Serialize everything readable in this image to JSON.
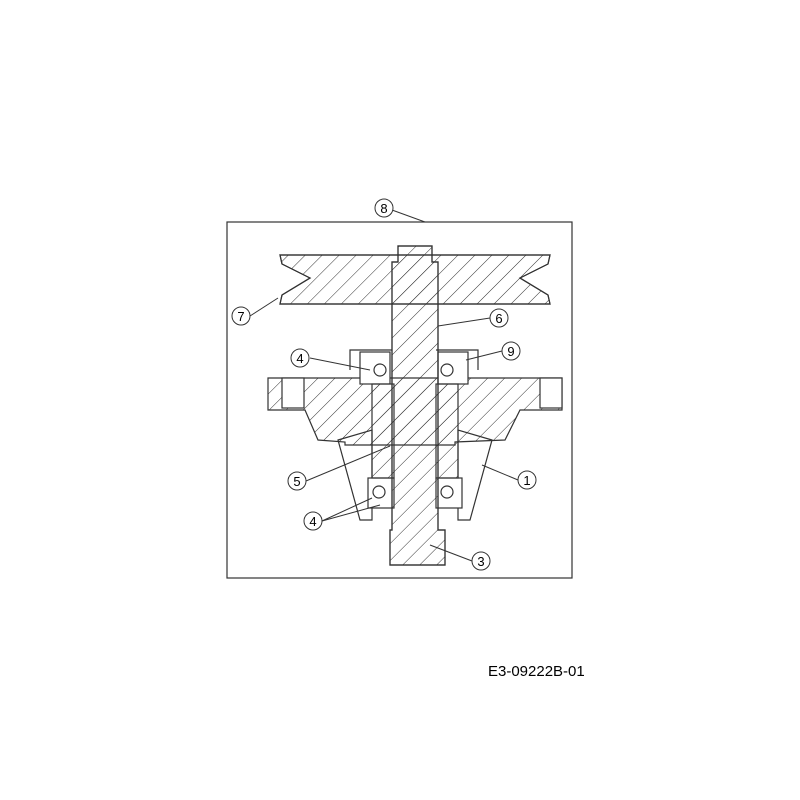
{
  "diagram": {
    "drawing_code": "E3-09222B-01",
    "assembly_label": "8",
    "callouts": [
      "1",
      "3",
      "4",
      "4",
      "5",
      "6",
      "7",
      "9"
    ]
  }
}
